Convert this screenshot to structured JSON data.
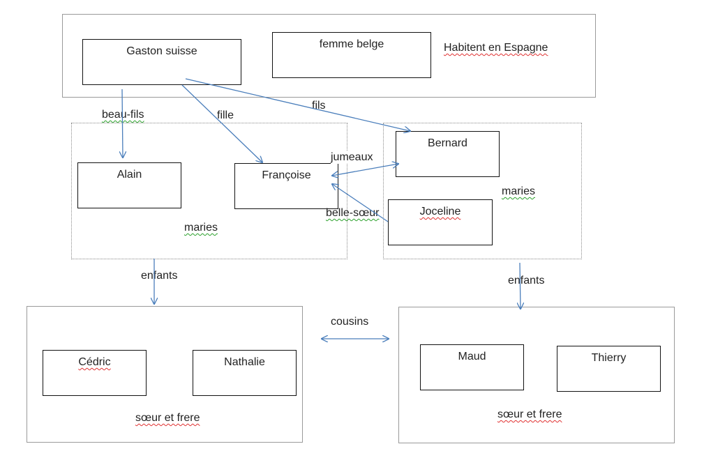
{
  "grandparents": {
    "gaston": "Gaston suisse",
    "wife": "femme belge",
    "location": "Habitent en Espagne"
  },
  "couple_left": {
    "alain": "Alain",
    "francoise": "Françoise",
    "caption": "maries"
  },
  "couple_right": {
    "bernard": "Bernard",
    "joceline": "Joceline",
    "caption": "maries"
  },
  "children_left": {
    "cedric": "Cédric",
    "nathalie": "Nathalie",
    "caption": "sœur et frere"
  },
  "children_right": {
    "maud": "Maud",
    "thierry": "Thierry",
    "caption": "sœur et frere"
  },
  "relations": {
    "beau_fils": "beau-fils",
    "fille": "fille",
    "fils": "fils",
    "jumeaux": "jumeaux",
    "belle_soeur": "belle-sœur",
    "enfants_left": "enfants",
    "enfants_right": "enfants",
    "cousins": "cousins"
  },
  "colors": {
    "arrow": "#4a7ebb",
    "spell_red": "#e03030",
    "spell_green": "#2aa02a"
  }
}
